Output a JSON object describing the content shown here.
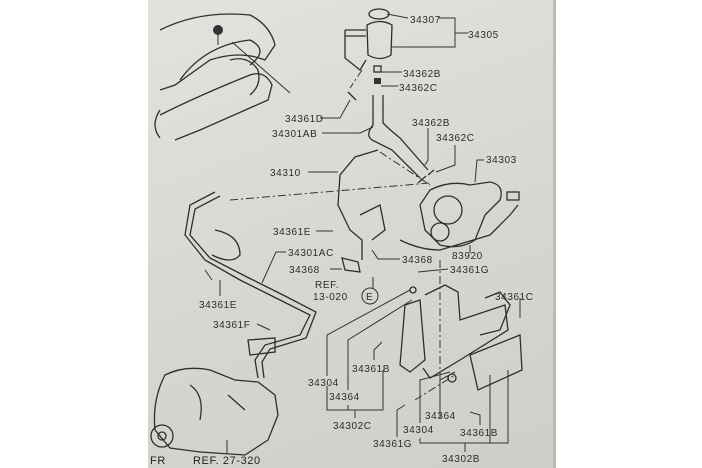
{
  "diagram": {
    "labels": {
      "cap": "34307",
      "reservoir": "34305",
      "grommet_top": "34362B",
      "clamp_top": "34362C",
      "bolt_d": "34361D",
      "hose_ab": "34301AB",
      "grommet_mid": "34362B",
      "clamp_mid": "34362C",
      "pump_unit": "34303",
      "pipe": "34310",
      "bolt_e_upper": "34361E",
      "hose_ac": "34301AC",
      "nut_right": "34368",
      "harness": "83920",
      "nut_left": "34368",
      "bolt_g_upper": "34361G",
      "ref_label": "REF.",
      "ref_number": "13-020",
      "ref_circle": "E",
      "bolt_c": "34361C",
      "bolt_e_lower": "34361E",
      "bolt_f": "34361F",
      "bolt_b_left": "34361B",
      "insulator_left": "34304",
      "spacer_left": "34364",
      "bracket_c": "34302C",
      "spacer_right": "34364",
      "insulator_right": "34304",
      "bolt_b_right": "34361B",
      "bolt_g_lower": "34361G",
      "bracket_b": "34302B",
      "front_marker": "FR",
      "ref_bottom": "REF. 27-320"
    }
  }
}
